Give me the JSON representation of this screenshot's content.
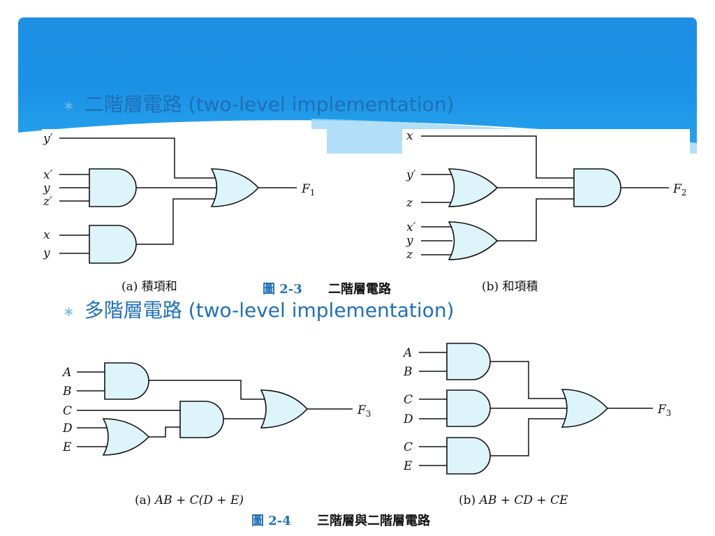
{
  "slide": {
    "heading1": {
      "bullet": "∗",
      "text": "二階層電路 (two-level implementation)"
    },
    "heading2": {
      "bullet": "∗",
      "text": "多階層電路 (two-level implementation)"
    }
  },
  "figure_2_3": {
    "left": {
      "inputs": [
        "y′",
        "x′",
        "y",
        "z′",
        "x",
        "y"
      ],
      "output": "F",
      "output_sub": "1",
      "caption": "(a) 積項和"
    },
    "right": {
      "inputs": [
        "x",
        "y′",
        "z",
        "x′",
        "y",
        "z"
      ],
      "output": "F",
      "output_sub": "2",
      "caption": "(b) 和項積"
    },
    "caption_num": "圖 2-3",
    "caption_title": "二階層電路"
  },
  "figure_2_4": {
    "left": {
      "inputs": [
        "A",
        "B",
        "C",
        "D",
        "E"
      ],
      "output": "F",
      "output_sub": "3",
      "caption_prefix": "(a) ",
      "caption_expr": "AB + C(D + E)"
    },
    "right": {
      "inputs": [
        "A",
        "B",
        "C",
        "D",
        "C",
        "E"
      ],
      "output": "F",
      "output_sub": "3",
      "caption_prefix": "(b) ",
      "caption_expr": "AB + CD + CE"
    },
    "caption_num": "圖 2-4",
    "caption_title": "三階層與二階層電路"
  },
  "colors": {
    "banner": "#1e8fe3",
    "heading_text": "#1f6fb5",
    "gate_fill": "#dcf4fa",
    "caption_blue": "#1f6fb5"
  }
}
